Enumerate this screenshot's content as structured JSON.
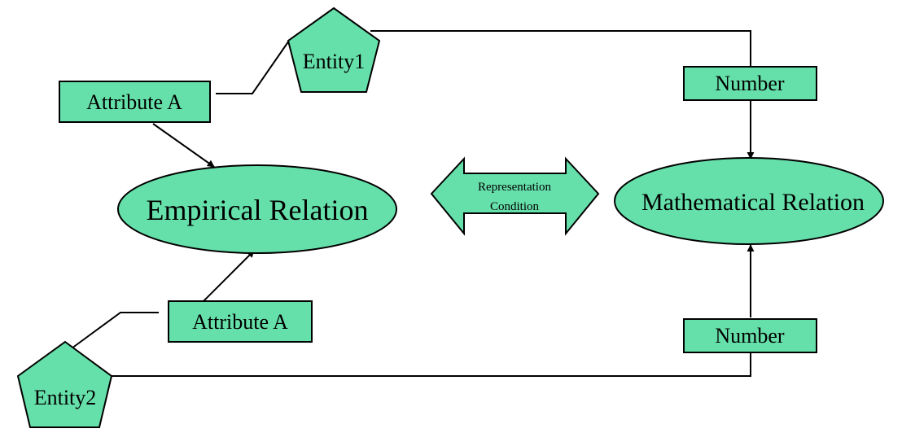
{
  "diagram": {
    "entity1": "Entity1",
    "entity2": "Entity2",
    "attribute_top": "Attribute A",
    "attribute_bottom": "Attribute A",
    "empirical_relation": "Empirical Relation",
    "mathematical_relation": "Mathematical Relation",
    "number_top": "Number",
    "number_bottom": "Number",
    "representation_line1": "Representation",
    "representation_line2": "Condition"
  },
  "colors": {
    "shape_fill": "#66e0aa",
    "stroke": "#000000"
  }
}
